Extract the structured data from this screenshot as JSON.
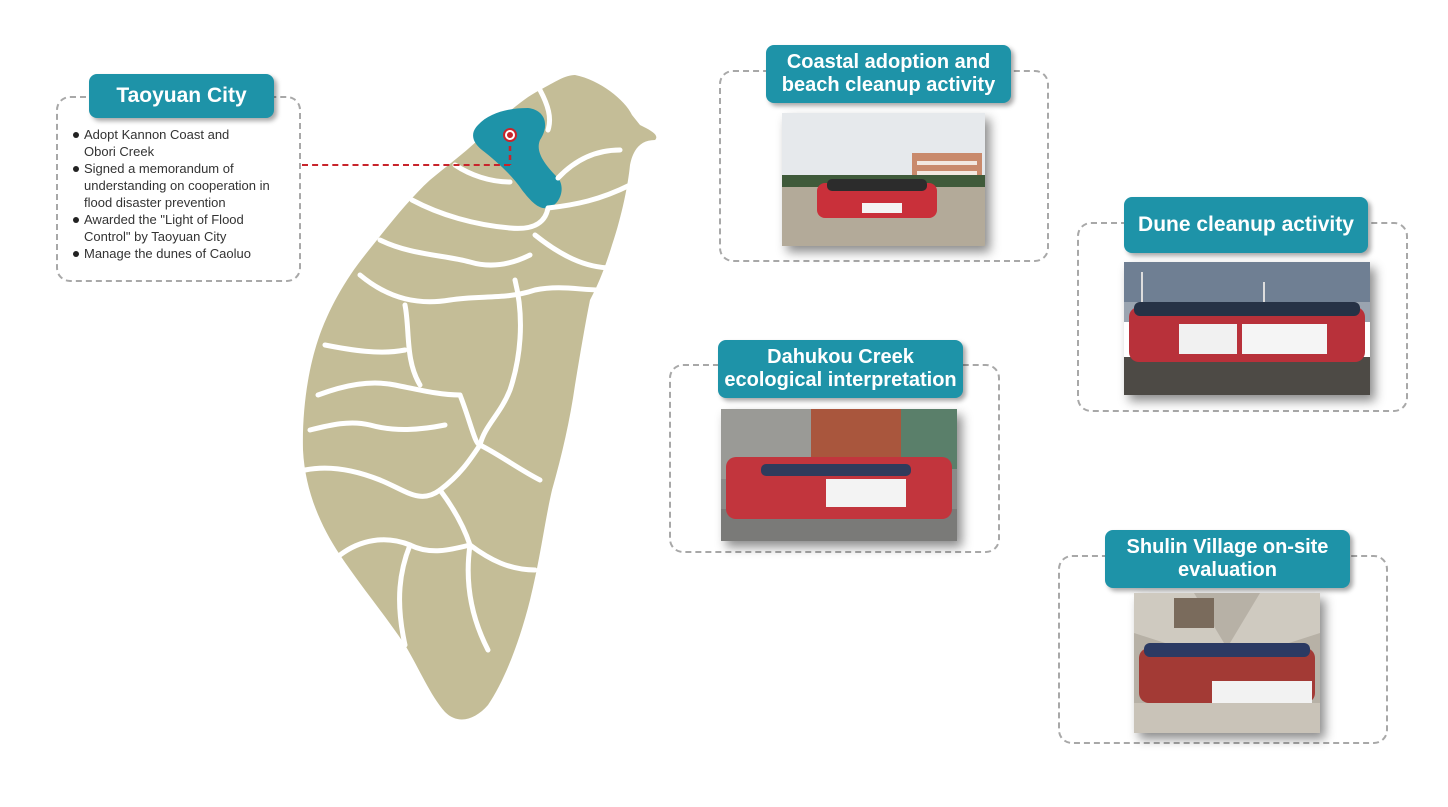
{
  "city_card": {
    "title": "Taoyuan City",
    "items": [
      "Adopt Kannon Coast and Obori Creek",
      "Signed a memorandum of understanding on cooperation in flood disaster prevention",
      "Awarded the \"Light of Flood Control\" by Taoyuan City",
      "Manage the dunes of Caoluo"
    ]
  },
  "activities": [
    {
      "title_line1": "Coastal adoption and",
      "title_line2": "beach cleanup activity"
    },
    {
      "title_line1": "Dune cleanup activity",
      "title_line2": ""
    },
    {
      "title_line1": "Dahukou Creek",
      "title_line2": "ecological interpretation"
    },
    {
      "title_line1": "Shulin Village on-site",
      "title_line2": "evaluation"
    }
  ],
  "colors": {
    "accent": "#1e93a8",
    "map_fill": "#c4bd97",
    "highlight_region": "#1e93a8",
    "connector": "#c8242b",
    "card_border": "#a8a8a8"
  },
  "icons": [
    "location-pin-icon"
  ]
}
